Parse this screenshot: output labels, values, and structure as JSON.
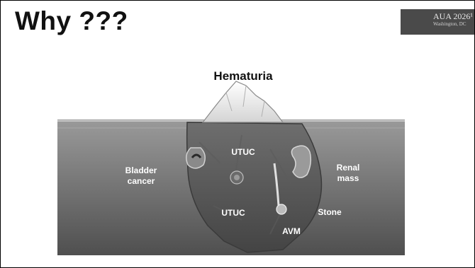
{
  "slide": {
    "title": "Why ???"
  },
  "logo": {
    "main": "AUA 2026¹",
    "sub": "Washington, DC"
  },
  "figure": {
    "top_label": "Hematuria",
    "labels": {
      "utuc_top": "UTUC",
      "bladder_line1": "Bladder",
      "bladder_line2": "cancer",
      "renal_line1": "Renal",
      "renal_line2": "mass",
      "utuc_bottom": "UTUC",
      "stone": "Stone",
      "avm": "AVM"
    }
  }
}
